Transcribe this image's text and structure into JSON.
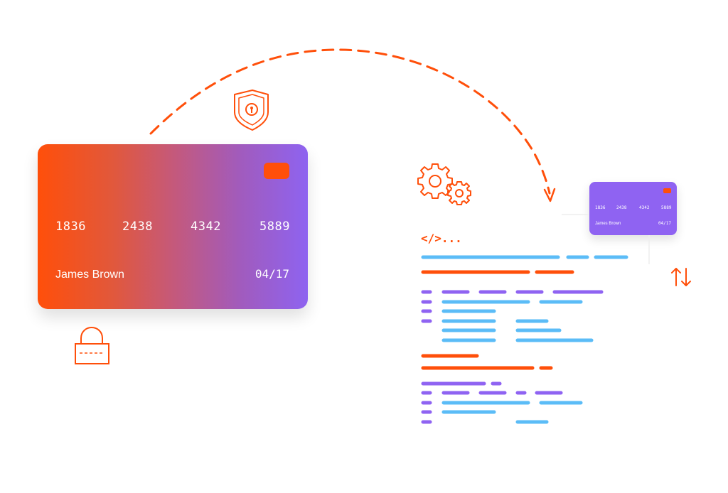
{
  "card_main": {
    "numbers": [
      "1836",
      "2438",
      "4342",
      "5889"
    ],
    "holder": "James Brown",
    "expiry": "04/17"
  },
  "card_mini": {
    "numbers": [
      "1836",
      "2438",
      "4342",
      "5889"
    ],
    "holder": "James Brown",
    "expiry": "04/17"
  },
  "code": {
    "tag": "</>..."
  },
  "icons": [
    "shield-keyhole-icon",
    "padlock-icon",
    "gear-icon",
    "transfer-arrows-icon"
  ],
  "colors": {
    "accent_orange": "#ff4f0a",
    "accent_purple": "#8f63f2",
    "line_blue": "#5bbcf7"
  }
}
